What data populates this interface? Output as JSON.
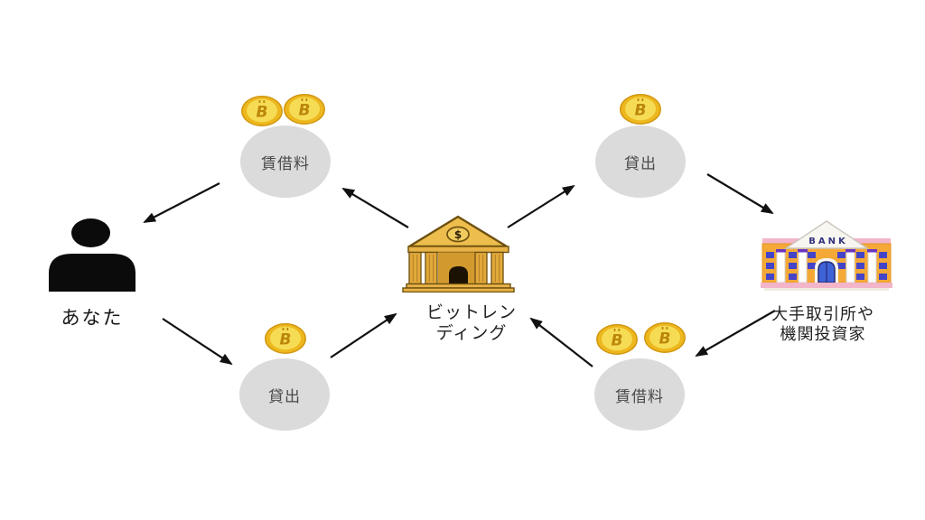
{
  "canvas": {
    "background": "#ffffff"
  },
  "nodes": {
    "user": {
      "label": "あなた"
    },
    "bitlending": {
      "label_line1": "ビットレン",
      "label_line2": "ディング",
      "pediment_symbol": "$"
    },
    "institution": {
      "label_line1": "大手取引所や",
      "label_line2": "機関投資家",
      "sign_text": "BANK"
    },
    "rent_top": {
      "label": "賃借料",
      "coin_count": 2
    },
    "lend_top": {
      "label": "貸出",
      "coin_count": 1
    },
    "lend_bottom": {
      "label": "貸出",
      "coin_count": 1
    },
    "rent_bottom": {
      "label": "賃借料",
      "coin_count": 2
    }
  },
  "coin": {
    "symbol": "B"
  },
  "edges": [
    {
      "from": "rent_top",
      "to": "user"
    },
    {
      "from": "user",
      "to": "lend_bottom"
    },
    {
      "from": "lend_bottom",
      "to": "bitlending"
    },
    {
      "from": "bitlending",
      "to": "rent_top"
    },
    {
      "from": "bitlending",
      "to": "lend_top"
    },
    {
      "from": "lend_top",
      "to": "institution"
    },
    {
      "from": "institution",
      "to": "rent_bottom"
    },
    {
      "from": "rent_bottom",
      "to": "bitlending"
    }
  ],
  "colors": {
    "coin_gold": "#EDB71E",
    "coin_face": "#F6DC55",
    "coin_symbol": "#BB860B",
    "bank_gold": "#E1A83B",
    "bank_gold_dark": "#6E500F",
    "bank_door": "#1C1203",
    "institution_orange": "#F4A937",
    "institution_pink": "#F3B5C9",
    "institution_window_blue": "#4444C8",
    "institution_sign_navy": "#32327E",
    "bubble_gray": "#DBDBDB",
    "arrow": "#111111",
    "person": "#0B0B0B"
  }
}
